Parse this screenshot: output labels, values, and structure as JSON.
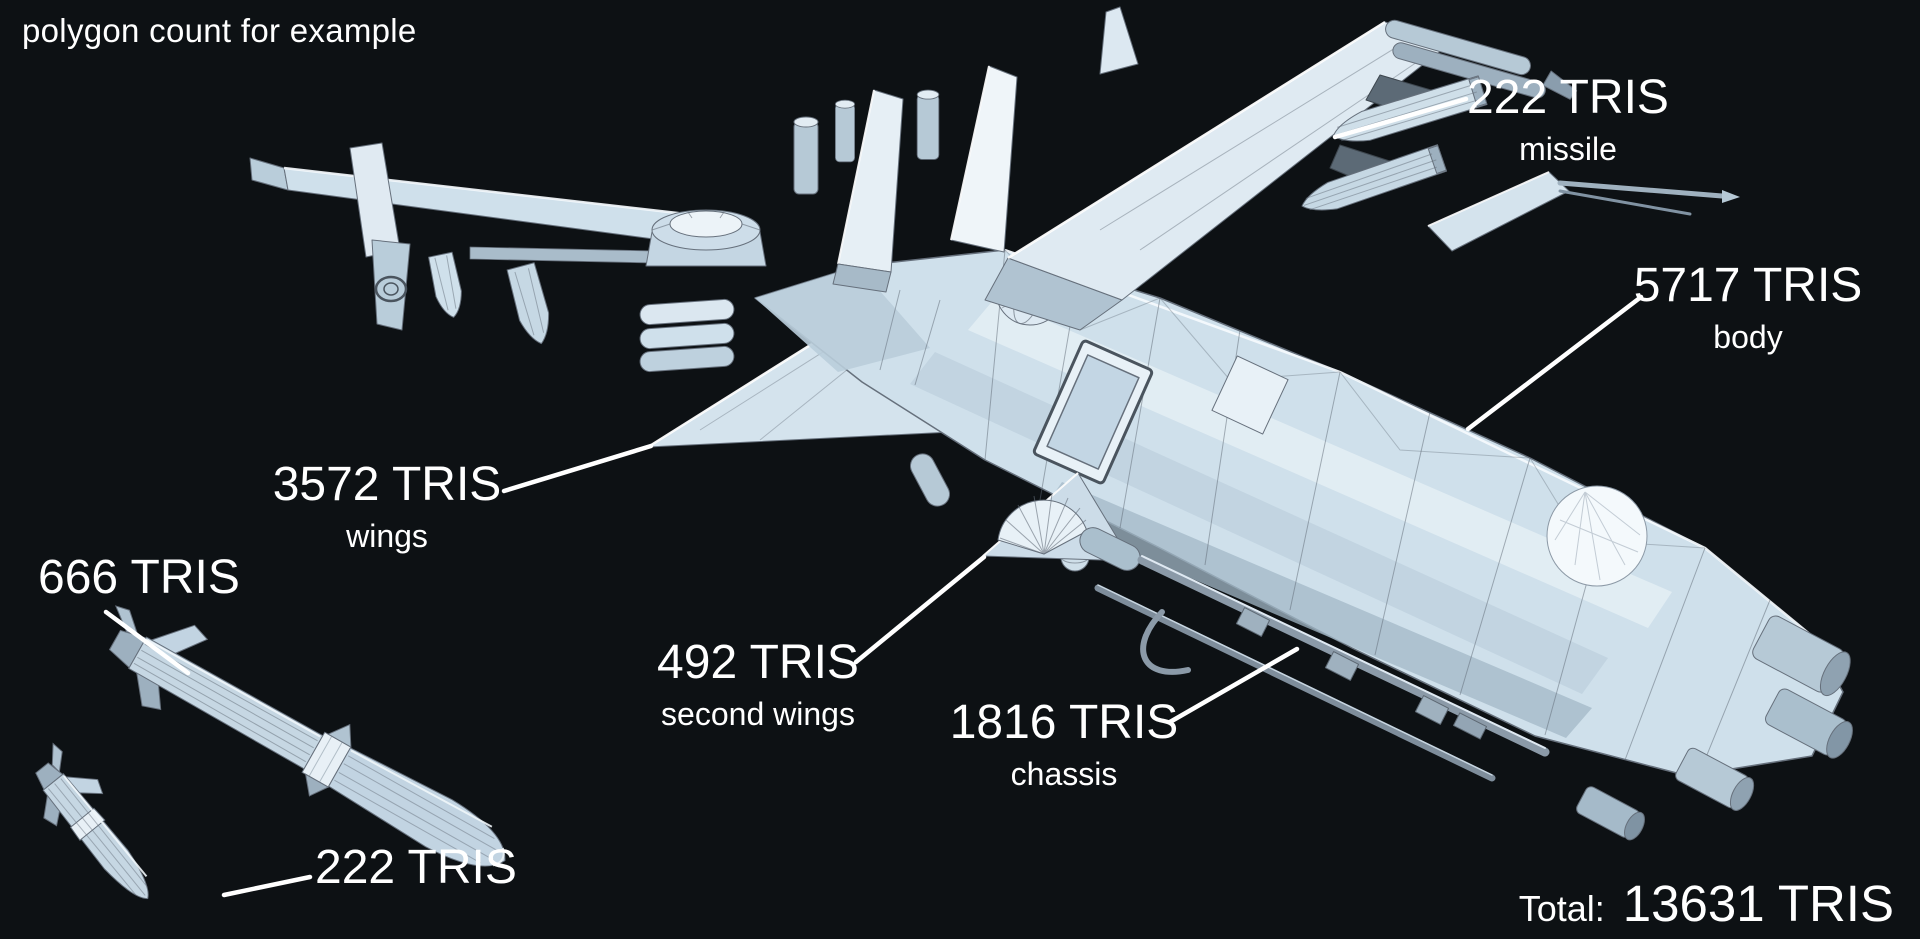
{
  "title": "polygon count for example",
  "colors": {
    "background": "#0d1114",
    "text": "#ffffff",
    "leader_line": "#ffffff",
    "model_fill": "#cfe0eb",
    "model_highlight": "#f4f9fc",
    "model_shadow": "#9db0bf",
    "model_wire": "#66707c"
  },
  "labels": [
    {
      "id": "missile",
      "count": "222 TRIS",
      "part": "missile"
    },
    {
      "id": "body",
      "count": "5717 TRIS",
      "part": "body"
    },
    {
      "id": "wings",
      "count": "3572 TRIS",
      "part": "wings"
    },
    {
      "id": "large-missile",
      "count": "666 TRIS",
      "part": ""
    },
    {
      "id": "second-wings",
      "count": "492 TRIS",
      "part": "second wings"
    },
    {
      "id": "chassis",
      "count": "1816 TRIS",
      "part": "chassis"
    },
    {
      "id": "small-missile",
      "count": "222 TRIS",
      "part": ""
    }
  ],
  "total": {
    "label": "Total:",
    "value": "13631 TRIS"
  }
}
